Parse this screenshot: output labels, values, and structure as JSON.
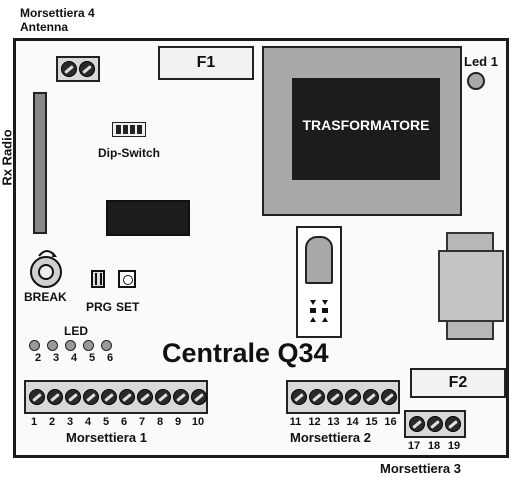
{
  "labels": {
    "antenna_line1": "Morsettiera 4",
    "antenna_line2": "Antenna",
    "f1": "F1",
    "f2": "F2",
    "led1": "Led 1",
    "rx_radio": "Rx Radio",
    "dip_switch": "Dip-Switch",
    "transformer": "TRASFORMATORE",
    "break": "BREAK",
    "prg": "PRG",
    "set": "SET",
    "led": "LED",
    "title": "Centrale Q34",
    "terminal1": "Morsettiera 1",
    "terminal2": "Morsettiera 2",
    "terminal3": "Morsettiera 3"
  },
  "led_numbers": [
    "2",
    "3",
    "4",
    "5",
    "6"
  ],
  "terminal1_numbers": [
    "1",
    "2",
    "3",
    "4",
    "5",
    "6",
    "7",
    "8",
    "9",
    "10"
  ],
  "terminal2_numbers": [
    "11",
    "12",
    "13",
    "14",
    "15",
    "16"
  ],
  "terminal3_numbers": [
    "17",
    "18",
    "19"
  ],
  "colors": {
    "ink": "#111111",
    "component_dark": "#1c1c1c",
    "transformer": "#a8a8a8",
    "led": "#9a9a9a"
  }
}
